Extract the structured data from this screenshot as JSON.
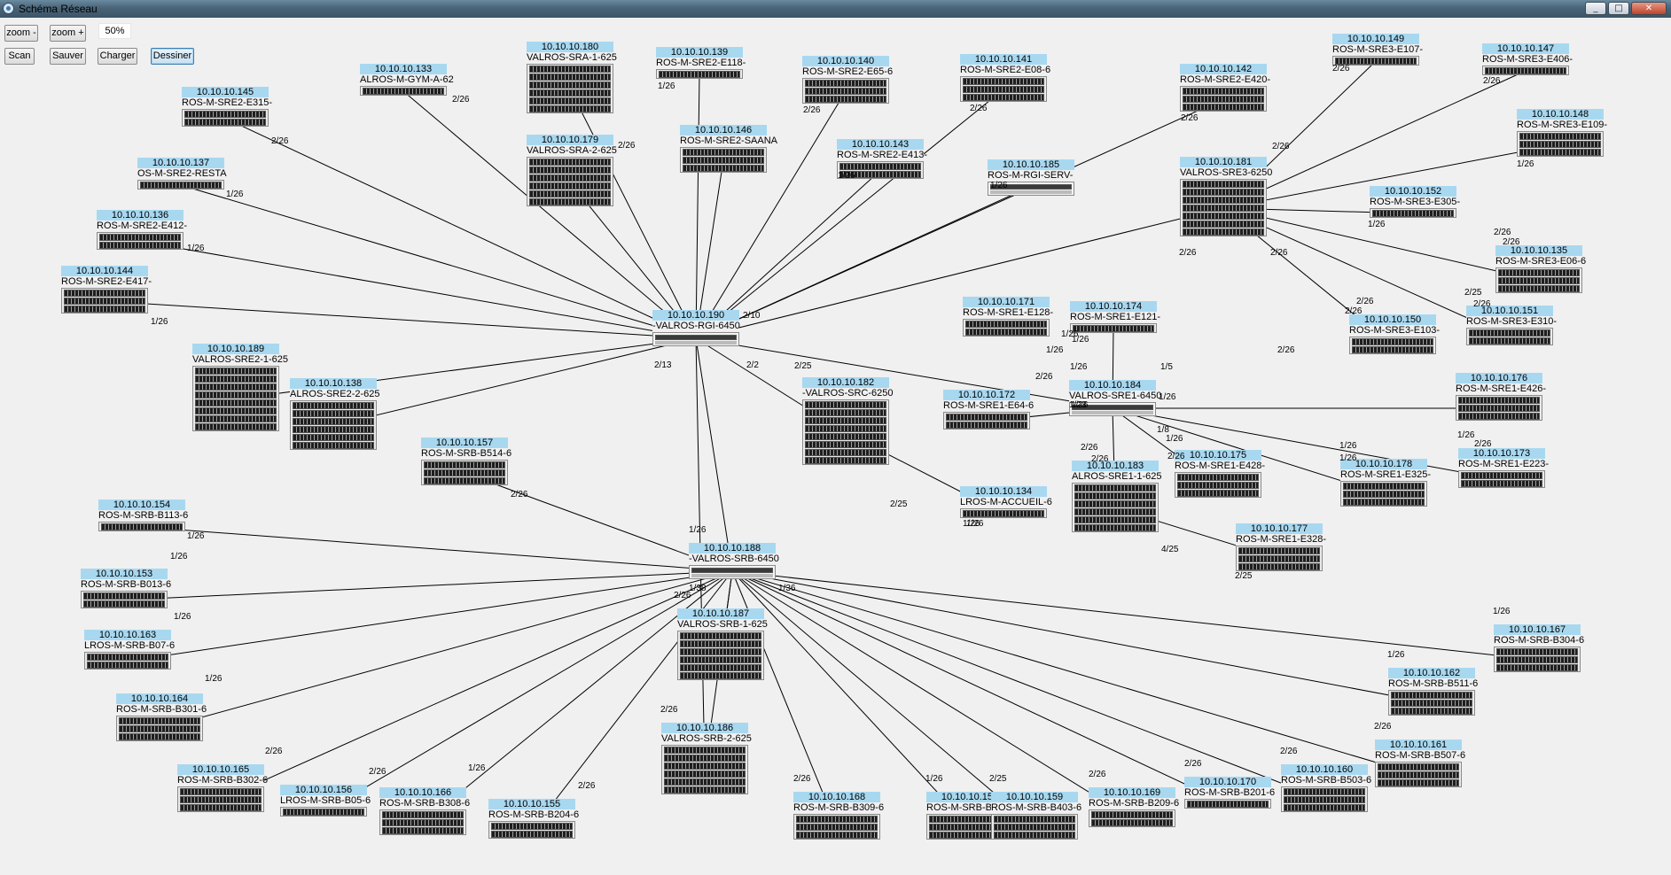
{
  "window": {
    "title": "Schéma Réseau"
  },
  "toolbar": {
    "zoom_out": "zoom -",
    "zoom_in": "zoom +",
    "zoom_level": "50%",
    "scan": "Scan",
    "save": "Sauver",
    "load": "Charger",
    "draw": "Dessiner"
  },
  "colors": {
    "node_label_bg": "#a8d8f0",
    "link": "#000000",
    "canvas_bg": "#f0f0f0"
  },
  "nodes": [
    {
      "id": "190",
      "ip": "10.10.10.190",
      "name": "-VALROS-RGI-6450",
      "core": true
    },
    {
      "id": "188",
      "ip": "10.10.10.188",
      "name": "-VALROS-SRB-6450",
      "core": true
    },
    {
      "id": "184",
      "ip": "10.10.10.184",
      "name": "VALROS-SRE1-6450",
      "core": true
    },
    {
      "id": "185",
      "ip": "10.10.10.185",
      "name": "ROS-M-RGI-SERV-",
      "core": true
    },
    {
      "id": "180",
      "ip": "10.10.10.180",
      "name": "VALROS-SRA-1-625",
      "rows": 6
    },
    {
      "id": "179",
      "ip": "10.10.10.179",
      "name": "VALROS-SRA-2-625",
      "rows": 6
    },
    {
      "id": "133",
      "ip": "10.10.10.133",
      "name": "ALROS-M-GYM-A-62",
      "rows": 1
    },
    {
      "id": "145",
      "ip": "10.10.10.145",
      "name": "ROS-M-SRE2-E315-",
      "rows": 2
    },
    {
      "id": "137",
      "ip": "10.10.10.137",
      "name": "OS-M-SRE2-RESTA",
      "rows": 1
    },
    {
      "id": "136",
      "ip": "10.10.10.136",
      "name": "ROS-M-SRE2-E412-",
      "rows": 2
    },
    {
      "id": "144",
      "ip": "10.10.10.144",
      "name": "ROS-M-SRE2-E417-",
      "rows": 3
    },
    {
      "id": "139",
      "ip": "10.10.10.139",
      "name": "ROS-M-SRE2-E118-",
      "rows": 1
    },
    {
      "id": "146",
      "ip": "10.10.10.146",
      "name": "ROS-M-SRE2-SAANA",
      "rows": 3
    },
    {
      "id": "140",
      "ip": "10.10.10.140",
      "name": "ROS-M-SRE2-E65-6",
      "rows": 3
    },
    {
      "id": "143",
      "ip": "10.10.10.143",
      "name": "ROS-M-SRE2-E413-",
      "rows": 2
    },
    {
      "id": "141",
      "ip": "10.10.10.141",
      "name": "ROS-M-SRE2-E08-6",
      "rows": 3
    },
    {
      "id": "142",
      "ip": "10.10.10.142",
      "name": "ROS-M-SRE2-E420-",
      "rows": 3
    },
    {
      "id": "181",
      "ip": "10.10.10.181",
      "name": "VALROS-SRE3-6250",
      "rows": 7
    },
    {
      "id": "149",
      "ip": "10.10.10.149",
      "name": "ROS-M-SRE3-E107-",
      "rows": 1
    },
    {
      "id": "147",
      "ip": "10.10.10.147",
      "name": "ROS-M-SRE3-E406-",
      "rows": 1
    },
    {
      "id": "148",
      "ip": "10.10.10.148",
      "name": "ROS-M-SRE3-E109-",
      "rows": 3
    },
    {
      "id": "152",
      "ip": "10.10.10.152",
      "name": "ROS-M-SRE3-E305-",
      "rows": 1
    },
    {
      "id": "135",
      "ip": "10.10.10.135",
      "name": "ROS-M-SRE3-E06-6",
      "rows": 3
    },
    {
      "id": "150",
      "ip": "10.10.10.150",
      "name": "ROS-M-SRE3-E103-",
      "rows": 2
    },
    {
      "id": "151",
      "ip": "10.10.10.151",
      "name": "ROS-M-SRE3-E310-",
      "rows": 2
    },
    {
      "id": "189",
      "ip": "10.10.10.189",
      "name": "VALROS-SRE2-1-625",
      "rows": 8
    },
    {
      "id": "138",
      "ip": "10.10.10.138",
      "name": "ALROS-SRE2-2-625",
      "rows": 6
    },
    {
      "id": "171",
      "ip": "10.10.10.171",
      "name": "ROS-M-SRE1-E128-",
      "rows": 2
    },
    {
      "id": "174",
      "ip": "10.10.10.174",
      "name": "ROS-M-SRE1-E121-",
      "rows": 1
    },
    {
      "id": "182",
      "ip": "10.10.10.182",
      "name": "-VALROS-SRC-6250",
      "rows": 8
    },
    {
      "id": "172",
      "ip": "10.10.10.172",
      "name": "ROS-M-SRE1-E64-6",
      "rows": 2
    },
    {
      "id": "176",
      "ip": "10.10.10.176",
      "name": "ROS-M-SRE1-E426-",
      "rows": 3
    },
    {
      "id": "157",
      "ip": "10.10.10.157",
      "name": "ROS-M-SRB-B514-6",
      "rows": 3
    },
    {
      "id": "175",
      "ip": "10.10.10.175",
      "name": "ROS-M-SRE1-E428-",
      "rows": 3
    },
    {
      "id": "178",
      "ip": "10.10.10.178",
      "name": "ROS-M-SRE1-E325-",
      "rows": 3
    },
    {
      "id": "173",
      "ip": "10.10.10.173",
      "name": "ROS-M-SRE1-E223-",
      "rows": 2
    },
    {
      "id": "183",
      "ip": "10.10.10.183",
      "name": "ALROS-SRE1-1-625",
      "rows": 6
    },
    {
      "id": "134",
      "ip": "10.10.10.134",
      "name": "LROS-M-ACCUEIL-6",
      "rows": 1
    },
    {
      "id": "154",
      "ip": "10.10.10.154",
      "name": "ROS-M-SRB-B113-6",
      "rows": 1
    },
    {
      "id": "177",
      "ip": "10.10.10.177",
      "name": "ROS-M-SRE1-E328-",
      "rows": 3
    },
    {
      "id": "153",
      "ip": "10.10.10.153",
      "name": "ROS-M-SRB-B013-6",
      "rows": 2
    },
    {
      "id": "187",
      "ip": "10.10.10.187",
      "name": "VALROS-SRB-1-625",
      "rows": 6
    },
    {
      "id": "163",
      "ip": "10.10.10.163",
      "name": "LROS-M-SRB-B07-6",
      "rows": 2
    },
    {
      "id": "167",
      "ip": "10.10.10.167",
      "name": "ROS-M-SRB-B304-6",
      "rows": 3
    },
    {
      "id": "162",
      "ip": "10.10.10.162",
      "name": "ROS-M-SRB-B511-6",
      "rows": 3
    },
    {
      "id": "164",
      "ip": "10.10.10.164",
      "name": "ROS-M-SRB-B301-6",
      "rows": 3
    },
    {
      "id": "186",
      "ip": "10.10.10.186",
      "name": "VALROS-SRB-2-625",
      "rows": 6
    },
    {
      "id": "161",
      "ip": "10.10.10.161",
      "name": "ROS-M-SRB-B507-6",
      "rows": 3
    },
    {
      "id": "165",
      "ip": "10.10.10.165",
      "name": "ROS-M-SRB-B302-6",
      "rows": 3
    },
    {
      "id": "160",
      "ip": "10.10.10.160",
      "name": "ROS-M-SRB-B503-6",
      "rows": 3
    },
    {
      "id": "170",
      "ip": "10.10.10.170",
      "name": "ROS-M-SRB-B201-6",
      "rows": 1
    },
    {
      "id": "156",
      "ip": "10.10.10.156",
      "name": "LROS-M-SRB-B05-6",
      "rows": 1
    },
    {
      "id": "166",
      "ip": "10.10.10.166",
      "name": "ROS-M-SRB-B308-6",
      "rows": 3
    },
    {
      "id": "155",
      "ip": "10.10.10.155",
      "name": "ROS-M-SRB-B204-6",
      "rows": 2
    },
    {
      "id": "168",
      "ip": "10.10.10.168",
      "name": "ROS-M-SRB-B309-6",
      "rows": 3
    },
    {
      "id": "158",
      "ip": "10.10.10.158",
      "name": "ROS-M-SRB-B",
      "rows": 3
    },
    {
      "id": "159",
      "ip": "10.10.10.159",
      "name": "ROS-M-SRB-B403-6",
      "rows": 3
    },
    {
      "id": "169",
      "ip": "10.10.10.169",
      "name": "ROS-M-SRB-B209-6",
      "rows": 2
    }
  ],
  "links": [
    [
      "190",
      "180"
    ],
    [
      "190",
      "179"
    ],
    [
      "190",
      "133"
    ],
    [
      "190",
      "145"
    ],
    [
      "190",
      "137"
    ],
    [
      "190",
      "136"
    ],
    [
      "190",
      "144"
    ],
    [
      "190",
      "139"
    ],
    [
      "190",
      "146"
    ],
    [
      "190",
      "140"
    ],
    [
      "190",
      "143"
    ],
    [
      "190",
      "141"
    ],
    [
      "190",
      "142"
    ],
    [
      "190",
      "181"
    ],
    [
      "190",
      "185"
    ],
    [
      "190",
      "189"
    ],
    [
      "190",
      "138"
    ],
    [
      "190",
      "182"
    ],
    [
      "190",
      "184"
    ],
    [
      "190",
      "188"
    ],
    [
      "190",
      "186"
    ],
    [
      "184",
      "174"
    ],
    [
      "184",
      "172"
    ],
    [
      "184",
      "176"
    ],
    [
      "184",
      "175"
    ],
    [
      "184",
      "178"
    ],
    [
      "184",
      "173"
    ],
    [
      "184",
      "183"
    ],
    [
      "181",
      "149"
    ],
    [
      "181",
      "147"
    ],
    [
      "181",
      "148"
    ],
    [
      "181",
      "152"
    ],
    [
      "181",
      "135"
    ],
    [
      "181",
      "150"
    ],
    [
      "181",
      "151"
    ],
    [
      "182",
      "134"
    ],
    [
      "183",
      "177"
    ],
    [
      "188",
      "157"
    ],
    [
      "188",
      "154"
    ],
    [
      "188",
      "153"
    ],
    [
      "188",
      "163"
    ],
    [
      "188",
      "164"
    ],
    [
      "188",
      "165"
    ],
    [
      "188",
      "156"
    ],
    [
      "188",
      "166"
    ],
    [
      "188",
      "155"
    ],
    [
      "188",
      "187"
    ],
    [
      "188",
      "186"
    ],
    [
      "188",
      "168"
    ],
    [
      "188",
      "158"
    ],
    [
      "188",
      "159"
    ],
    [
      "188",
      "169"
    ],
    [
      "188",
      "170"
    ],
    [
      "188",
      "160"
    ],
    [
      "188",
      "161"
    ],
    [
      "188",
      "162"
    ],
    [
      "188",
      "167"
    ]
  ],
  "port_labels": [
    {
      "id": "p1",
      "text": "2/26"
    },
    {
      "id": "p2",
      "text": "1/26"
    },
    {
      "id": "p3",
      "text": "1/26"
    },
    {
      "id": "p4",
      "text": "1/26"
    },
    {
      "id": "p5",
      "text": "2/26"
    },
    {
      "id": "p6",
      "text": "1/26"
    },
    {
      "id": "p7",
      "text": "2/26"
    },
    {
      "id": "p8",
      "text": "1/26"
    },
    {
      "id": "p9",
      "text": "2/26"
    },
    {
      "id": "p10",
      "text": "2/26"
    },
    {
      "id": "p11",
      "text": "2/26"
    },
    {
      "id": "p12",
      "text": "2/26"
    },
    {
      "id": "p13",
      "text": "1/26"
    },
    {
      "id": "p14",
      "text": "1/26"
    },
    {
      "id": "p15",
      "text": "2/26"
    },
    {
      "id": "p16",
      "text": "1/26"
    },
    {
      "id": "p17",
      "text": "2/26"
    },
    {
      "id": "p18",
      "text": "2/26"
    },
    {
      "id": "p19",
      "text": "1/26"
    },
    {
      "id": "p20",
      "text": "1/26"
    },
    {
      "id": "p21",
      "text": "2/26"
    },
    {
      "id": "p22",
      "text": "1/26"
    },
    {
      "id": "p23",
      "text": "1/26"
    },
    {
      "id": "p24",
      "text": "1/26"
    },
    {
      "id": "p25",
      "text": "1/5"
    },
    {
      "id": "p26",
      "text": "1/23"
    },
    {
      "id": "p27",
      "text": "1/26"
    },
    {
      "id": "p28",
      "text": "2/25"
    },
    {
      "id": "p29",
      "text": "1/26"
    },
    {
      "id": "p30",
      "text": "4/25"
    },
    {
      "id": "p31",
      "text": "2/25"
    },
    {
      "id": "p32",
      "text": "2/26"
    },
    {
      "id": "p33",
      "text": "1/26"
    },
    {
      "id": "p34",
      "text": "1/26"
    },
    {
      "id": "p35",
      "text": "1/26"
    },
    {
      "id": "p36",
      "text": "1/26"
    },
    {
      "id": "p37",
      "text": "2/26"
    },
    {
      "id": "p38",
      "text": "2/26"
    },
    {
      "id": "p39",
      "text": "1/26"
    },
    {
      "id": "p40",
      "text": "2/26"
    },
    {
      "id": "p41",
      "text": "1/26"
    },
    {
      "id": "p42",
      "text": "2/26"
    },
    {
      "id": "p43",
      "text": "2/26"
    },
    {
      "id": "p44",
      "text": "2/26"
    },
    {
      "id": "p45",
      "text": "1/26"
    },
    {
      "id": "p46",
      "text": "2/25"
    },
    {
      "id": "p47",
      "text": "2/26"
    },
    {
      "id": "p48",
      "text": "2/26"
    },
    {
      "id": "p49",
      "text": "2/26"
    },
    {
      "id": "p50",
      "text": "2/26"
    },
    {
      "id": "p51",
      "text": "1/26"
    },
    {
      "id": "p52",
      "text": "1/26"
    },
    {
      "id": "p53",
      "text": "2/26"
    },
    {
      "id": "p54",
      "text": "1/26"
    },
    {
      "id": "p55",
      "text": "1/26"
    },
    {
      "id": "p56",
      "text": "2/26"
    },
    {
      "id": "p57",
      "text": "2/26"
    },
    {
      "id": "p58",
      "text": "2/25"
    },
    {
      "id": "p59",
      "text": "2/26"
    },
    {
      "id": "p60",
      "text": "2/26"
    },
    {
      "id": "p61",
      "text": "1/26"
    },
    {
      "id": "p62",
      "text": "1/26"
    },
    {
      "id": "p63",
      "text": "1/26"
    },
    {
      "id": "p64",
      "text": "2/26"
    },
    {
      "id": "p65",
      "text": "2/26"
    },
    {
      "id": "p66",
      "text": "2/26"
    },
    {
      "id": "p67",
      "text": "2/26"
    },
    {
      "id": "p68",
      "text": "2/26"
    },
    {
      "id": "p69",
      "text": "1/8"
    },
    {
      "id": "p70",
      "text": "2/2"
    },
    {
      "id": "p71",
      "text": "2/10"
    },
    {
      "id": "p72",
      "text": "2/13"
    },
    {
      "id": "p73",
      "text": "1/38"
    },
    {
      "id": "p74",
      "text": "1/36"
    },
    {
      "id": "p75",
      "text": "2/25"
    },
    {
      "id": "p76",
      "text": "2/26"
    }
  ]
}
